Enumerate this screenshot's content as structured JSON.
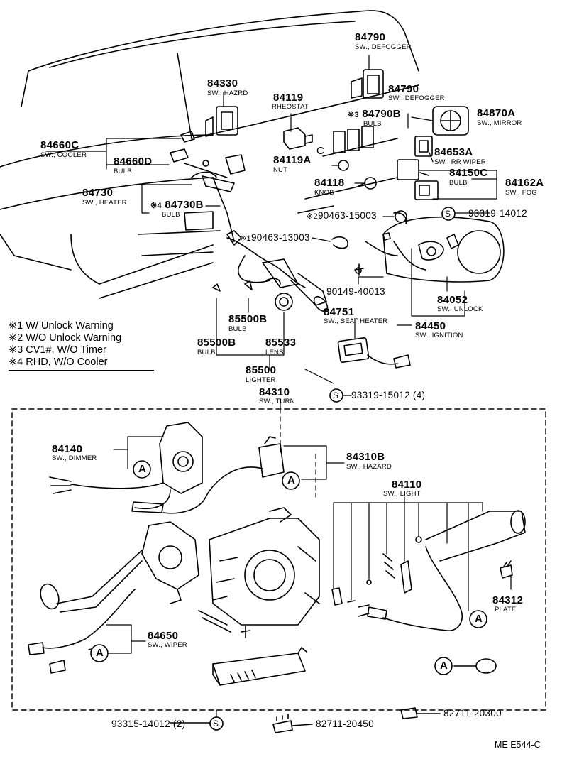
{
  "parts": {
    "p84790_top": {
      "no": "84790",
      "name": "SW., DEFOGGER"
    },
    "p84330": {
      "no": "84330",
      "name": "SW., HAZRD"
    },
    "p84790_mid": {
      "no": "84790",
      "name": "SW., DEFOGGER"
    },
    "p84119": {
      "no": "84119",
      "name": "RHEOSTAT"
    },
    "p84790B": {
      "no": "84790B",
      "name": "BULB",
      "mark": "※3"
    },
    "p84870A": {
      "no": "84870A",
      "name": "SW., MIRROR"
    },
    "p84660C": {
      "no": "84660C",
      "name": "SW., COOLER"
    },
    "p84660D": {
      "no": "84660D",
      "name": "BULB"
    },
    "p84119A": {
      "no": "84119A",
      "name": "NUT"
    },
    "p84653A": {
      "no": "84653A",
      "name": "SW., RR WIPER"
    },
    "p84150C": {
      "no": "84150C",
      "name": "BULB"
    },
    "p84162A": {
      "no": "84162A",
      "name": "SW., FOG"
    },
    "p84118": {
      "no": "84118",
      "name": "KNOB"
    },
    "p84730": {
      "no": "84730",
      "name": "SW., HEATER"
    },
    "p84730B": {
      "no": "84730B",
      "name": "BULB",
      "mark": "※4"
    },
    "p90463_15003": {
      "no": "90463-15003",
      "mark": "※2"
    },
    "p93319_14012": {
      "no": "93319-14012"
    },
    "p90463_13003": {
      "no": "90463-13003",
      "mark": "※1"
    },
    "p90149_40013": {
      "no": "90149-40013"
    },
    "p84052": {
      "no": "84052",
      "name": "SW., UNLOCK"
    },
    "p85500B_a": {
      "no": "85500B",
      "name": "BULB"
    },
    "p84751": {
      "no": "84751",
      "name": "SW., SEAT HEATER"
    },
    "p84450": {
      "no": "84450",
      "name": "SW., IGNITION"
    },
    "p85500B_b": {
      "no": "85500B",
      "name": "BULB"
    },
    "p85533": {
      "no": "85533",
      "name": "LENS"
    },
    "p85500": {
      "no": "85500",
      "name": "LIGHTER"
    },
    "p84310": {
      "no": "84310",
      "name": "SW., TURN"
    },
    "p93319_15012": {
      "no": "93319-15012 (4)"
    },
    "p84140": {
      "no": "84140",
      "name": "SW., DIMMER"
    },
    "p84310B": {
      "no": "84310B",
      "name": "SW., HAZARD"
    },
    "p84110": {
      "no": "84110",
      "name": "SW., LIGHT"
    },
    "p84312": {
      "no": "84312",
      "name": "PLATE"
    },
    "p84650": {
      "no": "84650",
      "name": "SW., WIPER"
    },
    "p93315_14012": {
      "no": "93315-14012 (2)"
    },
    "p82711_20450": {
      "no": "82711-20450"
    },
    "p82711_20300": {
      "no": "82711-20300"
    }
  },
  "notes": [
    {
      "mark": "※1",
      "text": "W/ Unlock Warning"
    },
    {
      "mark": "※2",
      "text": "W/O Unlock Warning"
    },
    {
      "mark": "※3",
      "text": "CV1#, W/O Timer"
    },
    {
      "mark": "※4",
      "text": "RHD, W/O Cooler"
    }
  ],
  "symbols": {
    "assembly_ref": "A",
    "screw_ref": "S"
  },
  "letters": {
    "c": "C"
  },
  "drawing_code": "ME E544-C"
}
